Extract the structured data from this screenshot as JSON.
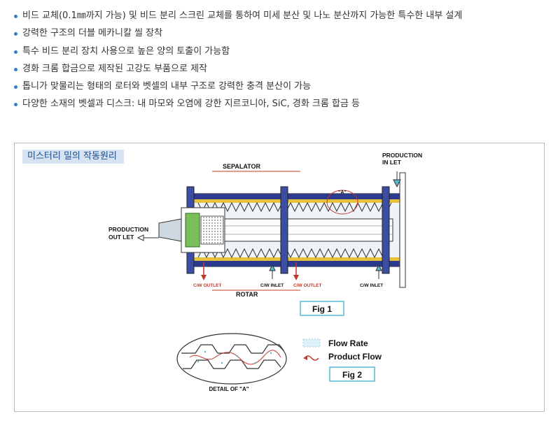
{
  "features": [
    "비드 교체(0.1㎜까지 가능) 및 비드 분리 스크린 교체를 통하여 미세 분산 및 나노 분산까지 가능한 특수한 내부 설계",
    "강력한 구조의 더블 메카니칼 씰 장착",
    "특수 비드 분리 장치 사용으로 높은 양의 토출이 가능함",
    "경화 크롬 합금으로 제작된 고강도 부품으로 제작",
    "톱니가 맞물리는 형태의 로터와 벳셀의 내부 구조로 강력한 충격 분산이 가능",
    "다양한 소재의 벳셀과 디스크: 내 마모와 오염에 강한 지르코니아, SiC, 경화 크롬 합금 등"
  ],
  "panel": {
    "title": "미스터리 밀의 작동원리"
  },
  "diagram": {
    "sepalator": "SEPALATOR",
    "production_inlet_1": "PRODUCTION",
    "production_inlet_2": "IN LET",
    "production_outlet_1": "PRODUCTION",
    "production_outlet_2": "OUT LET",
    "detail_marker": "\"A\"",
    "cw_outlet_left": "C/W OUTLET",
    "cw_inlet_left": "C/W INLET",
    "cw_outlet_right": "C/W OUTLET",
    "cw_inlet_right": "C/W INLET",
    "rotar": "ROTAR",
    "fig1": "Fig 1",
    "detail_caption": "DETAIL OF \"A\"",
    "legend_flow_rate": "Flow Rate",
    "legend_product_flow": "Product Flow",
    "fig2": "Fig 2"
  },
  "colors": {
    "bullet": "#3b7dc4",
    "title_bg": "#d7e3f1",
    "title_text": "#1a4d8f",
    "jacket": "#2b3a8f",
    "beads": "#9fd3e8",
    "arrow_red": "#c0392b"
  }
}
